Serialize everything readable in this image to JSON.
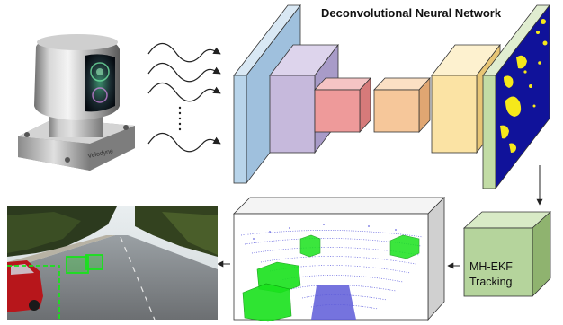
{
  "network_title": "Deconvolutional Neural Network",
  "tracking_box": {
    "line1": "MH-EKF",
    "line2": "Tracking"
  },
  "sensor_brand": "Velodyne",
  "colors": {
    "layer_blue": "#b8d4ea",
    "layer_purple": "#c6b9dc",
    "layer_red": "#ee9a9a",
    "layer_orange": "#f6c79a",
    "layer_yellow": "#fbe3a4",
    "layer_green": "#c2dca5",
    "tracking_green": "#b5d49c",
    "segmap_navy": "#10129a",
    "segmap_yellow": "#f6e81a",
    "bbox_green": "#19e21c",
    "pointcloud_blue": "#3f3fd6"
  },
  "icons": [
    "velodyne-lidar-icon",
    "signal-wave-icon",
    "arrow-icon"
  ]
}
